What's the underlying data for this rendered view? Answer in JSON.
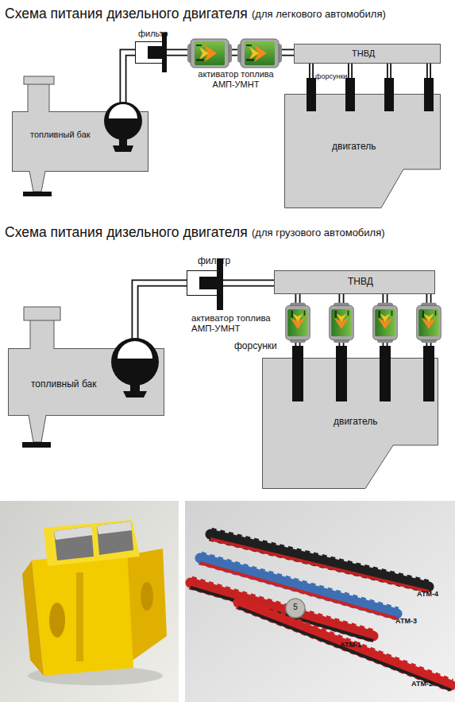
{
  "diagram": {
    "nodes": [
      {
        "text": [
          "топливный бак"
        ]
      },
      {
        "text": [
          "фильтр"
        ]
      },
      {
        "text": [
          "ТНВД"
        ]
      },
      {
        "text": [
          "двигатель"
        ]
      },
      {
        "text": [
          "топливный бак"
        ]
      },
      {
        "text": [
          "фильтр"
        ]
      },
      {
        "text": [
          "ТНВД"
        ]
      },
      {
        "text": [
          "двигатель"
        ]
      }
    ],
    "edges": [
      {
        "from": 0,
        "to": 1,
        "arrow": "none"
      },
      {
        "from": 1,
        "to": 2,
        "arrow": "none"
      },
      {
        "from": 2,
        "to": 3,
        "arrow": "none"
      },
      {
        "from": 2,
        "to": 3,
        "arrow": "none"
      },
      {
        "from": 2,
        "to": 3,
        "arrow": "none"
      },
      {
        "from": 2,
        "to": 3,
        "arrow": "none"
      },
      {
        "from": 4,
        "to": 5,
        "arrow": "none"
      },
      {
        "from": 5,
        "to": 6,
        "arrow": "none"
      },
      {
        "from": 6,
        "to": 7,
        "arrow": "none"
      },
      {
        "from": 6,
        "to": 7,
        "arrow": "none"
      },
      {
        "from": 6,
        "to": 7,
        "arrow": "none"
      },
      {
        "from": 6,
        "to": 7,
        "arrow": "none"
      }
    ],
    "labels": [
      "Схема питания дизельного двигателя",
      "(для легкового автомобиля)",
      "активатор топлива АМП-УМНТ",
      "форсунки",
      "Схема питания дизельного двигателя",
      "(для грузового автомобиля)",
      "активатор топлива АМП-УМНТ",
      "форсунки",
      "5",
      "АТМ-4",
      "АТМ-3",
      "АТМ-1",
      "АТМ-2"
    ]
  }
}
